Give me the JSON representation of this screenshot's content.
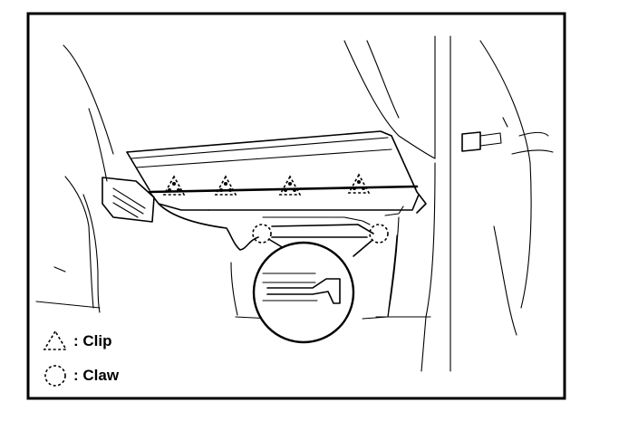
{
  "legend": {
    "clip_label": ": Clip",
    "claw_label": ": Claw"
  },
  "diagram": {
    "clip_count": 4,
    "claw_count": 2,
    "line_color": "#000000",
    "background_color": "#ffffff"
  }
}
